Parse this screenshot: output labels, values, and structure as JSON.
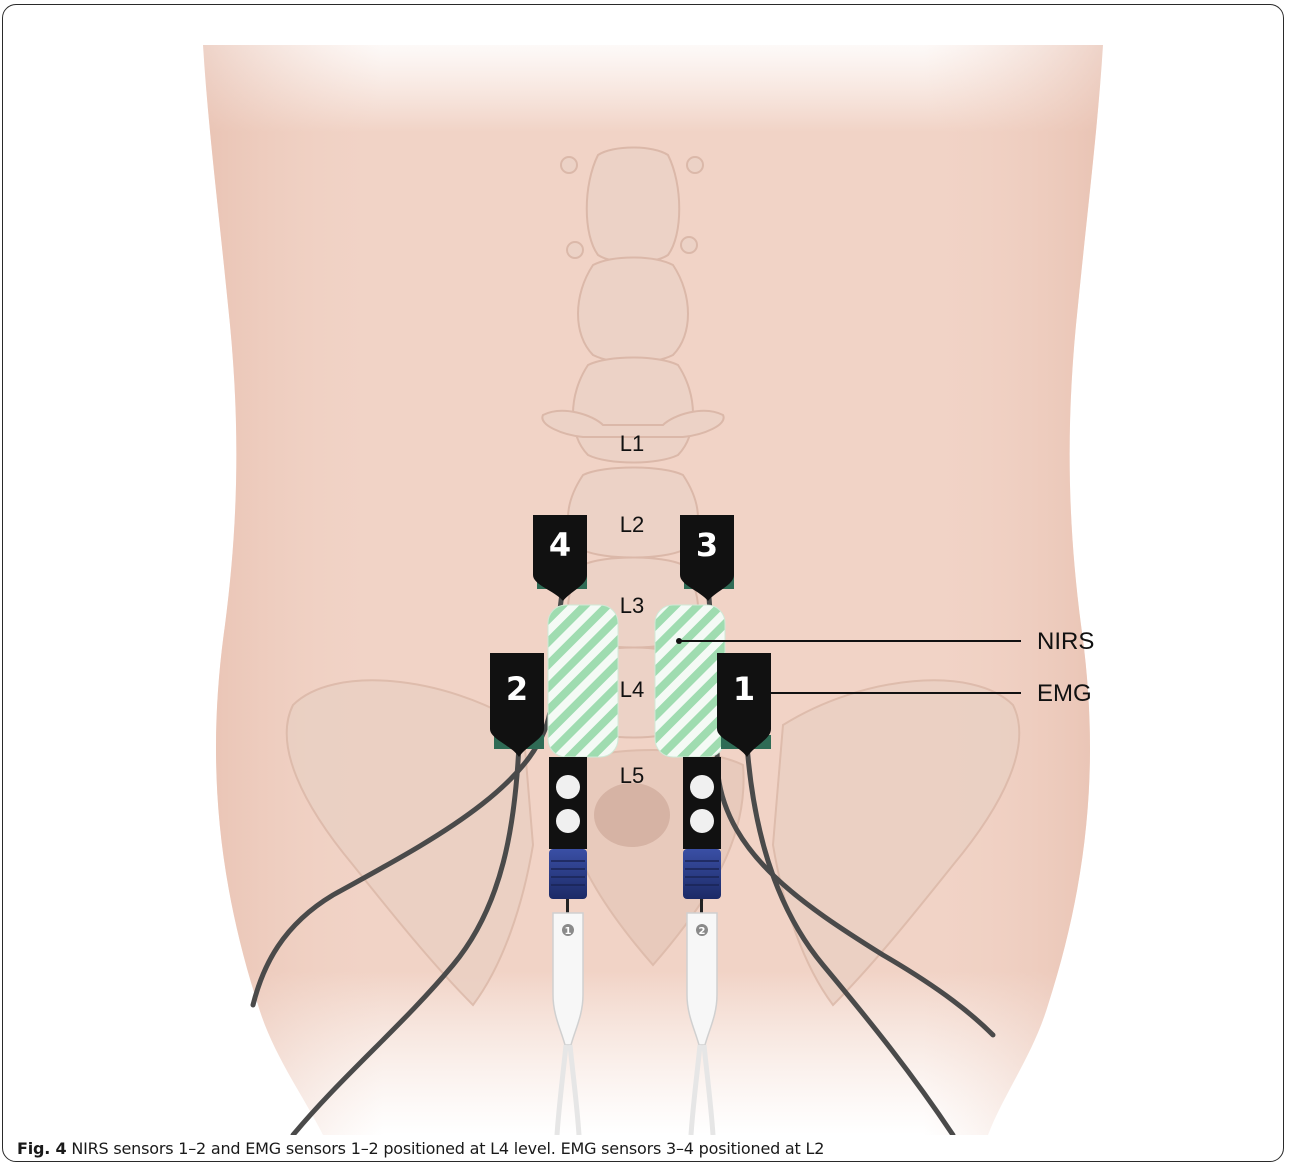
{
  "figure": {
    "vertebra_labels": [
      "L1",
      "L2",
      "L3",
      "L4",
      "L5"
    ],
    "emg_sensor_numbers": [
      "4",
      "3",
      "2",
      "1"
    ],
    "connector_numbers": [
      "1",
      "2"
    ],
    "callouts": {
      "nirs": "NIRS",
      "emg": "EMG"
    },
    "colors": {
      "skin": "#f1d3c6",
      "nirs_stripe": "#9fdcb0",
      "sensor": "#111111",
      "sensor_pad": "#2f6b55",
      "cable": "#4a4a4a",
      "connector_blue": "#2b3f8c"
    }
  },
  "caption": {
    "label": "Fig. 4",
    "text": " NIRS sensors 1–2 and EMG sensors 1–2 positioned at L4 level. EMG sensors 3–4 positioned at L2"
  }
}
